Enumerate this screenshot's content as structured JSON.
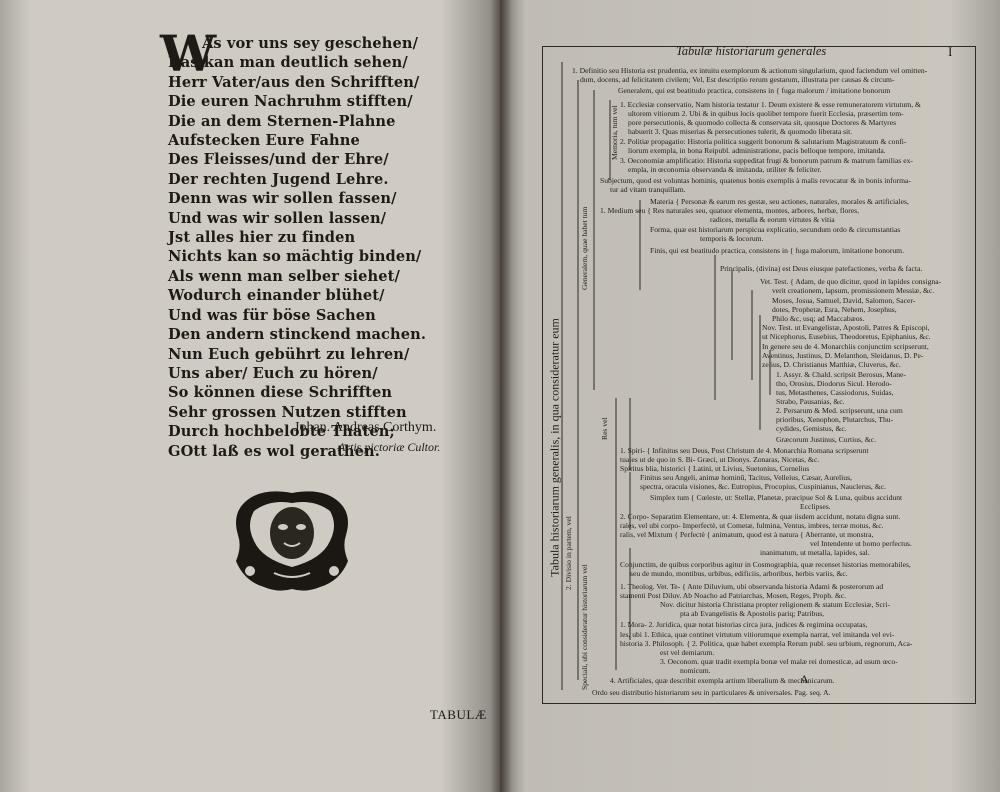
{
  "left_page": {
    "initial": "W",
    "poem_first_line": "As vor uns sey geschehen/",
    "poem_lines": [
      "Das kan man deutlich sehen/",
      "Herr Vater/aus den Schrifften/",
      "Die euren Nachruhm stifften/",
      "Die an dem Sternen-Plahne",
      "Aufstecken Eure Fahne",
      "Des Fleisses/und der Ehre/",
      "Der rechten Jugend Lehre.",
      "Denn was wir sollen fassen/",
      "Und was wir sollen lassen/",
      "Jst alles hier zu finden",
      "Nichts kan so mächtig binden/",
      "Als wenn man selber siehet/",
      "Wodurch einander blühet/",
      "Und was für böse Sachen",
      "Den andern stinckend machen.",
      "Nun Euch gebührt zu lehren/",
      "Uns aber/ Euch zu hören/",
      "So können diese Schrifften",
      "Sehr grossen Nutzen stifften",
      "Durch hochbelobte Thaten;",
      "GOtt laß es wol gerathen."
    ],
    "author": "Johan. Andreas Corthym.",
    "author_title": "Artis pictoriæ Cultor.",
    "catchword": "TABULÆ"
  },
  "right_page": {
    "running_title": "Tabulæ historiarum generales",
    "page_number": "I",
    "side_title": "Tabula historiarum generalis, in qua consideratur eum",
    "vertical_labels": [
      "2. Divisio in partem, vel",
      "Speciali, ubi consideratur historiarum vel",
      "Generalem, quae habet tum",
      "Res vel",
      "Memoria, tum vel"
    ],
    "lines": [
      "1. Definitio seu Historia est prudentia, ex intuitu exemplorum & actionum singularium, quod faciendum vel omitten-",
      "dum, docens, ad felicitatem civilem; Vel, Est descriptio rerum gestarum, illustrata per causas & circum-",
      "Generalem, qui est beatitudo practica, consistens in { fuga malorum  /  imitatione bonorum",
      "1. Ecclesiæ conservatio, Nam historia testatur 1. Deum existere & esse remuneratorem virtutum, &",
      "ultorem vitiorum 2. Ubi & in quibus locis quolibet tempore fuerit Ecclesia, præsertim tem-",
      "pore persecutionis, & quomodo collecta & conservata sit, quosque Doctores & Martyres",
      "habuerit 3. Quas miserias & persecutiones tulerit, & quomodo liberata sit.",
      "2. Politiæ propagatio: Historia politica suggerit bonorum & salutarium Magistratuum & confi-",
      "liorum exempla, in bona Reipubl. administratione, pacis belloque tempore, imitanda.",
      "3. Oeconomiæ amplificatio: Historia suppeditat frugi & bonorum patrum & matrum familias ex-",
      "empla, in œconomia observanda & imitanda, utiliter & feliciter.",
      "Subjectum, quod est voluntas hominis, quatenus bonis exemplis à malis revocatur & in bonis informa-",
      "tur ad vitam tranquillam.",
      "Materia { Personæ & earum res gestæ, seu actiones, naturales, morales & artificiales,",
      "1. Medium seu { Res naturales seu, quatuor elementa, montes, arbores, herbæ, flores,",
      "radices, metalla & eorum virtutes & vitia",
      "Forma, quæ est historiarum perspicua explicatio, secundum ordo & circumstantias",
      "temporis & locorum.",
      "Finis, qui est beatitudo practica, consistens in { fuga malorum, imitatione bonorum.",
      "Principalis, (divina) est Deus eiusque patefactiones, verba & facta.",
      "Vet. Test. { Adam, de quo dicitur, quod in lapides consigna-",
      "verit creationem, lapsum, promissionem Messiæ, &c.",
      "Moses, Josua, Samuel, David, Salomon, Sacer-",
      "dotes, Prophetæ, Esra, Nehem, Josephus,",
      "Philo &c, usq; ad Maccabæos.",
      "Nov. Test. ut Evangelistæ, Apostoli, Patres & Episcopi,",
      "ut Nicephorus, Eusebius, Theodoretus, Epiphanius, &c.",
      "In genere seu de 4. Monarchiis conjunctim scripserunt,",
      "Aventinus, Justinus, D. Melanthon, Sleidanus, D. Pe-",
      "zelius, D. Christianus Matthiæ, Cluverus, &c.",
      "1. Assyr. & Chald. scripsit Berosus, Mane-",
      "tho, Orosius, Diodorus Sicul. Herodo-",
      "tus, Metasthenes, Cassiodorus, Suidas,",
      "Strabo, Pausanias, &c.",
      "2. Persarum & Med. scripserunt, una cum",
      "prioribus, Xenophon, Plutarchus, Thu-",
      "cydides, Gemistus, &c.",
      "Græcorum Justinus, Curtius, &c.",
      "1. Spiri-  { Infinitus seu Deus,   Post Christum de 4. Monarchia Romana scripserunt",
      "tuales ut   de quo in S. Bi-   Græci, ut Dionys. Zonaras, Nicetas, &c.",
      "Spiritus    blia,    historici { Latini, ut Livius, Suetonius, Cornelius",
      "Finitus seu Angeli, animæ hominū,  Tacitus, Velleius, Cæsar, Aurelius,",
      "spectra, oracula visiones, &c.   Eutropius, Procopius, Cuspinianus, Nauclerus, &c.",
      "Simplex tum { Cœleste, ut: Stellæ, Planetæ, præcipue Sol & Luna, quibus accidunt",
      "Ecclipses.",
      "2. Corpo- Separatim  Elementare, ut: 4. Elementa, & quæ iisdem accidunt, notatu digna sunt.",
      "rales, vel  ubi corpo- Imperfectè, ut Cometæ, fulmina, Ventus, imbres, terræ motus, &c.",
      "ralis, vel Mixtum { Perfectè { animatum, quod est à natura { Aberrante, ut monstra,",
      "vel  Intendente ut homo perfectus.",
      "inanimatum, ut metalla, lapides, sal.",
      "Conjunctim, de quibus corporibus agitur in Cosmographia, quæ recenset historias memorabiles,",
      "seu de mundo, montibus, urbibus, edificiis, arboribus, herbis variis, &c.",
      "1. Theolog. Vet. Te- { Ante Diluvium, ubi observanda historia Adami & posterorum ad",
      "stamenti   Post Diluv. Ab Noacho ad Patriarchas, Mosen, Reges, Proph. &c.",
      "Nov. dicitur historia Christiana propter religionem & statum Ecclesiæ, Scri-",
      "pta ab Evangelistis & Apostolis pariq; Patribus,",
      "1. Mora- 2. Juridica, quæ notat historias circa jura, judices & regimina occupatas,",
      "les, ubi    1. Ethica, quæ continet virtutum vitiorumque exempla narrat, vel imitanda vel evi-",
      "historia 3. Philosoph. { 2. Politica, quæ habet exempla Rerum publ. seu urbium, regnorum, Aca-",
      "est vel   demiarum.",
      "3. Oeconom. quæ tradit exempla bonæ vel malæ rei domesticæ, ad usum œco-",
      "nomicum.",
      "4. Artificiales, quæ describit exempla artium liberalium & mechanicarum.",
      "Ordo seu distributio historiarum seu in particulares & universales. Pag. seq. A."
    ],
    "signature_mark": "A"
  }
}
